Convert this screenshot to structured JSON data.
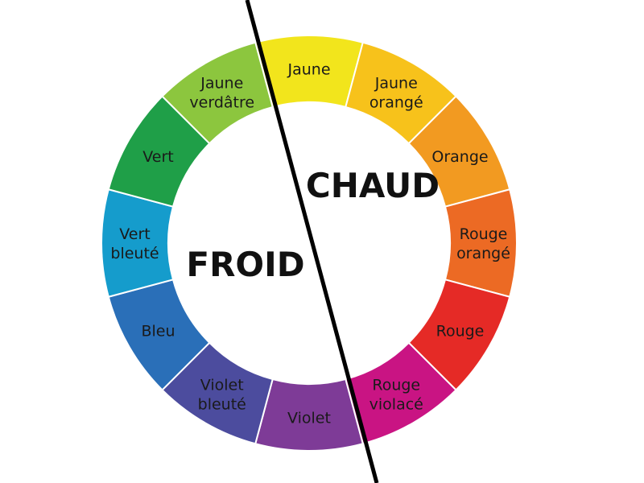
{
  "segments": [
    {
      "lines": [
        "Jaune"
      ],
      "color": "#f2e51c"
    },
    {
      "lines": [
        "Jaune",
        "orangé"
      ],
      "color": "#f7c21b"
    },
    {
      "lines": [
        "Orange"
      ],
      "color": "#f29a21"
    },
    {
      "lines": [
        "Rouge",
        "orangé"
      ],
      "color": "#ec6a24"
    },
    {
      "lines": [
        "Rouge"
      ],
      "color": "#e52a26"
    },
    {
      "lines": [
        "Rouge",
        "violacé"
      ],
      "color": "#c91483"
    },
    {
      "lines": [
        "Violet"
      ],
      "color": "#7e3b97"
    },
    {
      "lines": [
        "Violet",
        "bleuté"
      ],
      "color": "#4c4c9e"
    },
    {
      "lines": [
        "Bleu"
      ],
      "color": "#2a6fb8"
    },
    {
      "lines": [
        "Vert",
        "bleuté"
      ],
      "color": "#159ccc"
    },
    {
      "lines": [
        "Vert"
      ],
      "color": "#1f9f48"
    },
    {
      "lines": [
        "Jaune",
        "verdâtre"
      ],
      "color": "#8cc63e"
    }
  ],
  "labels": {
    "froid": "FROID",
    "chaud": "CHAUD"
  },
  "divider_color": "#000000"
}
